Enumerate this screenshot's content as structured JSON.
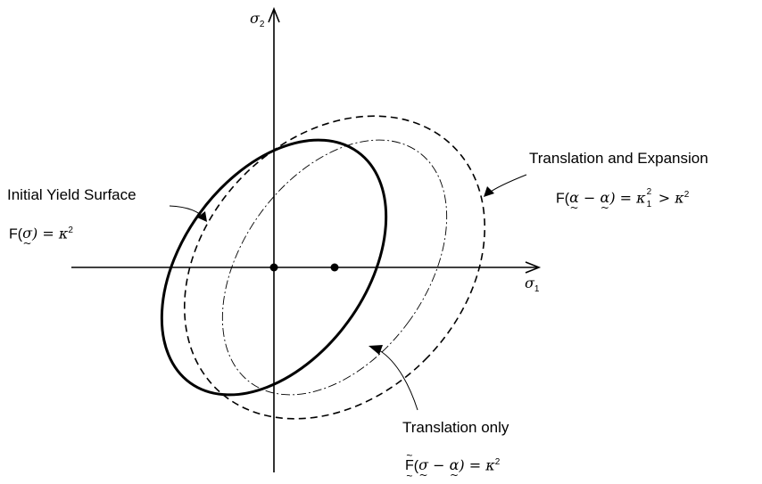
{
  "diagram": {
    "axes": {
      "x_label": "σ",
      "x_subscript": "1",
      "y_label": "σ",
      "y_subscript": "2"
    },
    "labels": {
      "initial": "Initial Yield Surface",
      "expansion": "Translation and Expansion",
      "translation": "Translation only"
    },
    "equations": {
      "initial": {
        "fn": "F(",
        "var": "σ",
        "rhs": ") = κ",
        "sup": "2"
      },
      "expansion": {
        "fn": "F(",
        "var1": "α",
        "op": " − ",
        "var2": "α",
        "rhs": ") = κ",
        "sub": "1",
        "sup": "2",
        "tail": " > κ",
        "tail_sup": "2"
      },
      "translation": {
        "fn": "F",
        "open": "(",
        "var1": "σ",
        "op": " − ",
        "var2": "α",
        "rhs": ") = κ",
        "sup": "2"
      }
    },
    "curve_styles": {
      "initial": "solid-thick",
      "expansion": "dashed",
      "translation": "dash-dot"
    },
    "colors": {
      "stroke": "#000000",
      "background": "#ffffff"
    }
  }
}
